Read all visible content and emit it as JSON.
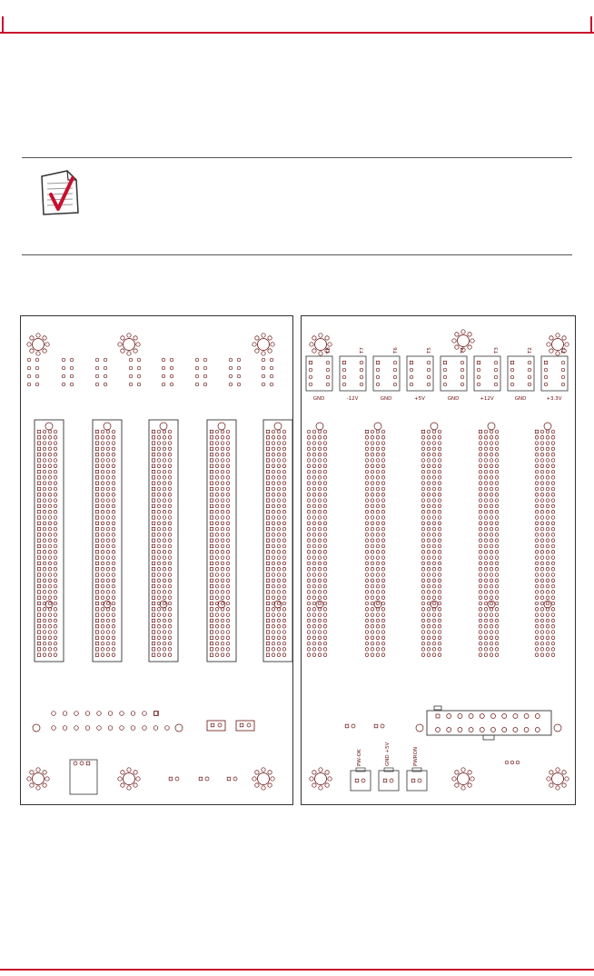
{
  "note": {
    "icon": "checkmark-document-icon",
    "text": ""
  },
  "board": {
    "terminal_labels_top": [
      "T8",
      "T7",
      "T6",
      "T5",
      "T4",
      "T3",
      "T2",
      "T1"
    ],
    "terminal_labels_bottom": [
      "GND",
      "-12V",
      "GND",
      "+5V",
      "GND",
      "+12V",
      "GND",
      "+3.3V"
    ],
    "connector_labels": [
      "PW-OK",
      "GND +5V",
      "PWRON"
    ]
  },
  "colors": {
    "accent": "#c8102e",
    "trace": "#6b1010",
    "outline": "#333333"
  }
}
